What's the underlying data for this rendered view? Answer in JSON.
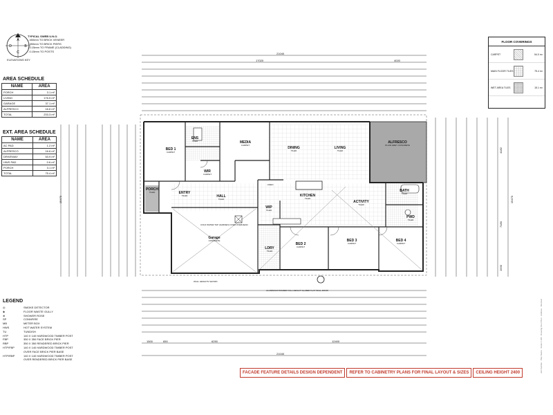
{
  "elevations_key": {
    "labels": [
      "A",
      "B",
      "C",
      "D"
    ],
    "caption": "ELEVATIONS KEY"
  },
  "notes": {
    "title": "TYPICAL SWEB U.N.O.",
    "lines": [
      "- 450mm TO BRICK VENEER",
      "- 450mm TO BRICK PIERS",
      "- 0.15mm TO FRAME (CLADDING)",
      "- 0.15mm TO POSTS"
    ]
  },
  "area_schedule": {
    "title": "AREA SCHEDULE",
    "headers": [
      "NAME",
      "AREA"
    ],
    "rows": [
      [
        "PORCH",
        "3.1 m²"
      ],
      [
        "LIVING",
        "176.5 m²"
      ],
      [
        "GARAGE",
        "37.1 m²"
      ],
      [
        "ALFRESCO",
        "16.6 m²"
      ],
      [
        "TOTAL",
        "233.3 m²"
      ]
    ]
  },
  "ext_area_schedule": {
    "title": "EXT. AREA SCHEDULE",
    "headers": [
      "NAME",
      "AREA"
    ],
    "rows": [
      [
        "AC PAD",
        "1.2 m²"
      ],
      [
        "ALFRESCO",
        "16.6 m²"
      ],
      [
        "DRIVEWAY",
        "53.9 m²"
      ],
      [
        "HWS PAD",
        "0.6 m²"
      ],
      [
        "PORCH",
        "3.1 m²"
      ],
      [
        "TOTAL",
        "75.4 m²"
      ]
    ]
  },
  "floor_coverings": {
    "title": "FLOOR COVERINGS",
    "rows": [
      {
        "name": "CARPET",
        "value": "54.0 m²"
      },
      {
        "name": "MAIN FLOOR TILES",
        "value": "75.4 m²"
      },
      {
        "name": "WET AREA TILES",
        "value": "15.1 m²"
      }
    ]
  },
  "rooms": {
    "bed1": {
      "name": "BED 1",
      "floor": "CARPET"
    },
    "ens": {
      "name": "ENS",
      "floor": "TILED"
    },
    "wir": {
      "name": "WIR",
      "floor": "CARPET"
    },
    "media": {
      "name": "MEDIA",
      "floor": "CARPET"
    },
    "dining": {
      "name": "DINING",
      "floor": "TILED"
    },
    "living": {
      "name": "LIVING",
      "floor": "TILED"
    },
    "alfresco": {
      "name": "ALFRESCO",
      "floor": "PLAIN GREY CONCRETE"
    },
    "porch": {
      "name": "PORCH",
      "floor": "TILED"
    },
    "entry": {
      "name": "ENTRY",
      "floor": "TILED"
    },
    "hall": {
      "name": "HALL",
      "floor": "TILED"
    },
    "kitchen": {
      "name": "KITCHEN",
      "floor": "TILED"
    },
    "activity": {
      "name": "ACTIVITY",
      "floor": "TILED"
    },
    "bath": {
      "name": "BATH",
      "floor": "TILED"
    },
    "pwd": {
      "name": "PWD",
      "floor": "TILED"
    },
    "wip": {
      "name": "WIP",
      "floor": "TILED"
    },
    "garage": {
      "name": "Garage",
      "floor": "CONCRETE"
    },
    "ldry": {
      "name": "LDRY",
      "floor": "TILED"
    },
    "bed2": {
      "name": "BED 2",
      "floor": "CARPET"
    },
    "bed3": {
      "name": "BED 3",
      "floor": "CARPET"
    },
    "bed4": {
      "name": "BED 4",
      "floor": "CARPET"
    },
    "linen": {
      "name": "LINEN",
      "floor": ""
    }
  },
  "dimensions": {
    "top_overall": "21040",
    "top_left": "17020",
    "top_right": "4020",
    "bottom_overall": "21040",
    "bottom_a": "1500",
    "bottom_b": "650",
    "bottom_c": "6250",
    "bottom_d": "12400",
    "left_overall": "15470",
    "right_overall": "15470",
    "right_a": "4182",
    "right_b": "7180",
    "right_c": "1930"
  },
  "plan_notes": {
    "garage_note": "COLD WATER TAP (GARDEN) OVER OVERHEAD",
    "footpath": "ALUMINIUM FRAMED FULL HEIGHT GLAZED FLAT WALL DOOR",
    "wall_line": "WALL HEIGHTS SHOWN"
  },
  "legend": {
    "title": "LEGEND",
    "rows": [
      {
        "sym": "◎",
        "text": "SMOKE DETECTOR"
      },
      {
        "sym": "◈",
        "text": "FLOOR WASTE GULLY"
      },
      {
        "sym": "⊕",
        "text": "SHOWER ROSE"
      },
      {
        "sym": "SP",
        "text": "CONNFIRE"
      },
      {
        "sym": "MB",
        "text": "METER BOX"
      },
      {
        "sym": "HWS",
        "text": "HOT WATER SYSTEM"
      },
      {
        "sym": "TU",
        "text": "TUNDISH"
      },
      {
        "sym": "HTP",
        "text": "140 X 140 HARDWOOD TIMBER POST"
      },
      {
        "sym": "FBP",
        "text": "350 X 350 FACE BRICK PIER"
      },
      {
        "sym": "RBP",
        "text": "350 X 350 RENDERED BRICK PIER"
      },
      {
        "sym": "HTP/FBP",
        "text": "140 X 140 HARDWOOD TIMBER POST"
      },
      {
        "sym": "",
        "text": "OVER FACE BRICK PIER BASE"
      },
      {
        "sym": "HTP/RBP",
        "text": "140 X 140 HARDWOOD TIMBER POST"
      },
      {
        "sym": "",
        "text": "OVER RENDERED BRICK PIER BASE"
      }
    ]
  },
  "footer": {
    "note1": "FACADE FEATURE DETAILS DESIGN DEPENDENT",
    "note2": "REFER TO CABINETRY PLANS FOR FINAL LAYOUT & SIZES",
    "note3": "CEILING HEIGHT 2400"
  },
  "side_text": "Job Number · Plan Name · Scale 1:100 · Drawing Floor Plan · Address · Revision",
  "colors": {
    "line": "#222222",
    "grid": "#bbbbbb",
    "alfresco": "#a9a9a9",
    "accent": "#c0392b"
  }
}
